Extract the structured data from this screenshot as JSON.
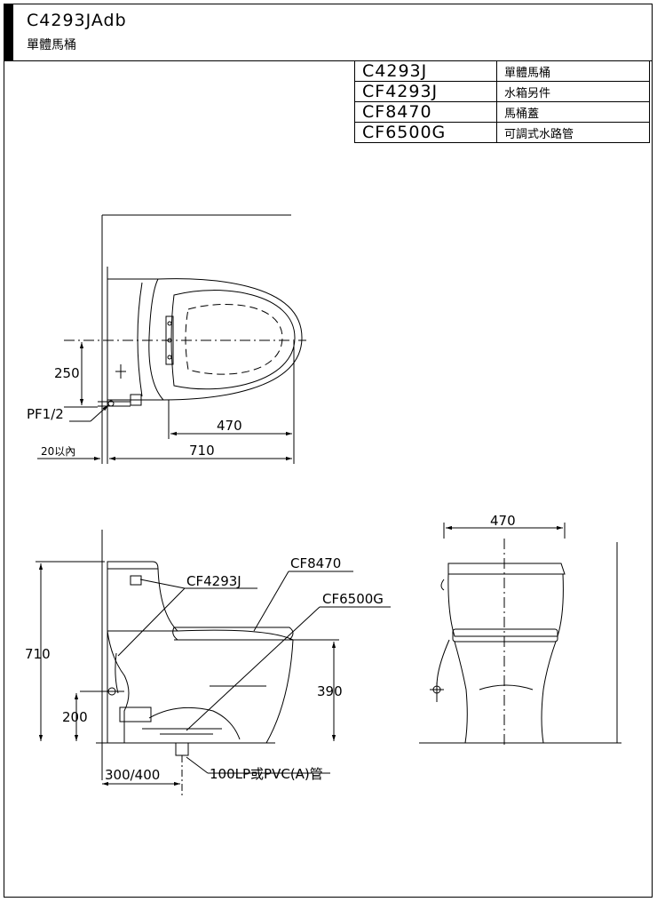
{
  "header": {
    "model": "C4293JAdb",
    "subtitle": "單體馬桶"
  },
  "parts_table": [
    {
      "code": "C4293J",
      "desc": "單體馬桶"
    },
    {
      "code": "CF4293J",
      "desc": "水箱另件"
    },
    {
      "code": "CF8470",
      "desc": "馬桶蓋"
    },
    {
      "code": "CF6500G",
      "desc": "可調式水路管"
    }
  ],
  "top_view": {
    "dim_250": "250",
    "dim_470": "470",
    "dim_710": "710",
    "dim_20": "20以內",
    "pipe_label": "PF1/2"
  },
  "side_view": {
    "dim_710": "710",
    "dim_200": "200",
    "dim_390": "390",
    "dim_300_400": "300/400",
    "callout_tank": "CF4293J",
    "callout_seat": "CF8470",
    "callout_hose": "CF6500G",
    "drain_label": "100LP或PVC(A)管"
  },
  "front_view": {
    "dim_470": "470"
  }
}
